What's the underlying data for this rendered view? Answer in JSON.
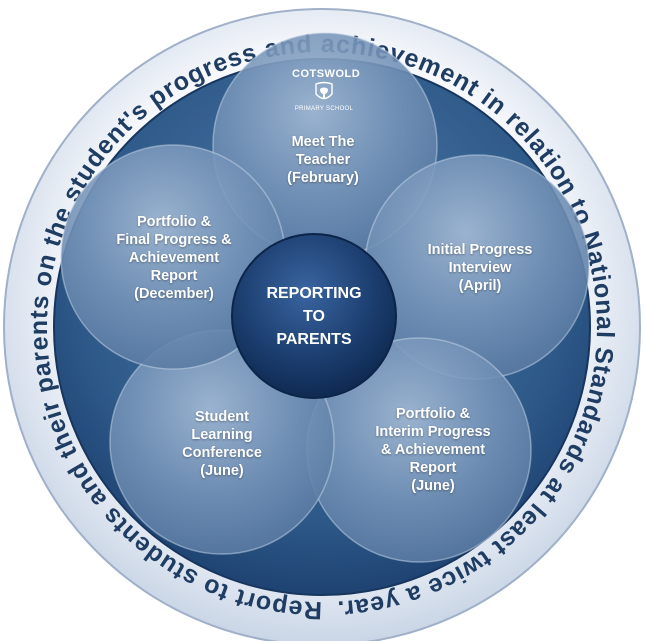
{
  "ring_text": "Report to students and their parents on the student's progress and achievement in relation to National Standards at least twice a year.",
  "hub": {
    "label": "REPORTING\nTO\nPARENTS"
  },
  "logo": {
    "top": "COTSWOLD",
    "bottom": "PRIMARY SCHOOL"
  },
  "petals": {
    "top": "Meet The\nTeacher\n(February)",
    "right": "Initial Progress\nInterview\n(April)",
    "bottom_right": "Portfolio &\nInterim Progress\n& Achievement\nReport\n(June)",
    "bottom_left": "Student\nLearning\nConference\n(June)",
    "left": "Portfolio &\nFinal Progress &\nAchievement\nReport\n(December)"
  },
  "colors": {
    "ring_text": "#1f3d63",
    "outer_disc": "#2e5a8a",
    "petal": "#6f8fb3",
    "hub": "#1b3d6e"
  }
}
